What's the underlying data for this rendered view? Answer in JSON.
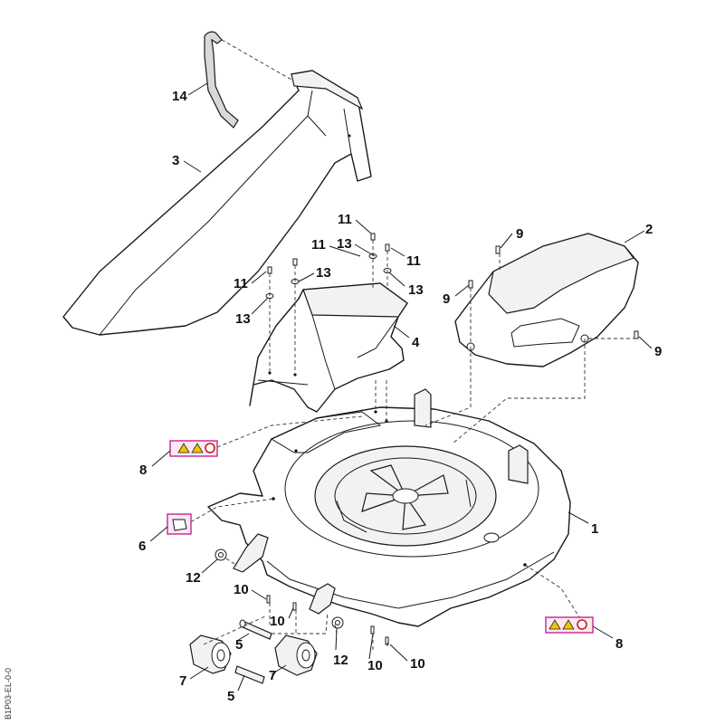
{
  "diagram": {
    "side_code": "B1P03-EL-0-0",
    "callouts": {
      "c14": "14",
      "c3": "3",
      "c11a": "11",
      "c11b": "11",
      "c11c": "11",
      "c11d": "11",
      "c13a": "13",
      "c13b": "13",
      "c13c": "13",
      "c13d": "13",
      "c4": "4",
      "c2": "2",
      "c9a": "9",
      "c9b": "9",
      "c9c": "9",
      "c8a": "8",
      "c8b": "8",
      "c6": "6",
      "c1": "1",
      "c12a": "12",
      "c12b": "12",
      "c10a": "10",
      "c10b": "10",
      "c10c": "10",
      "c10d": "10",
      "c5a": "5",
      "c5b": "5",
      "c7a": "7",
      "c7b": "7"
    },
    "decal_colors": {
      "border": "#c0178a",
      "warning": "#f4c400",
      "prohibition": "#cc1a1a"
    }
  }
}
